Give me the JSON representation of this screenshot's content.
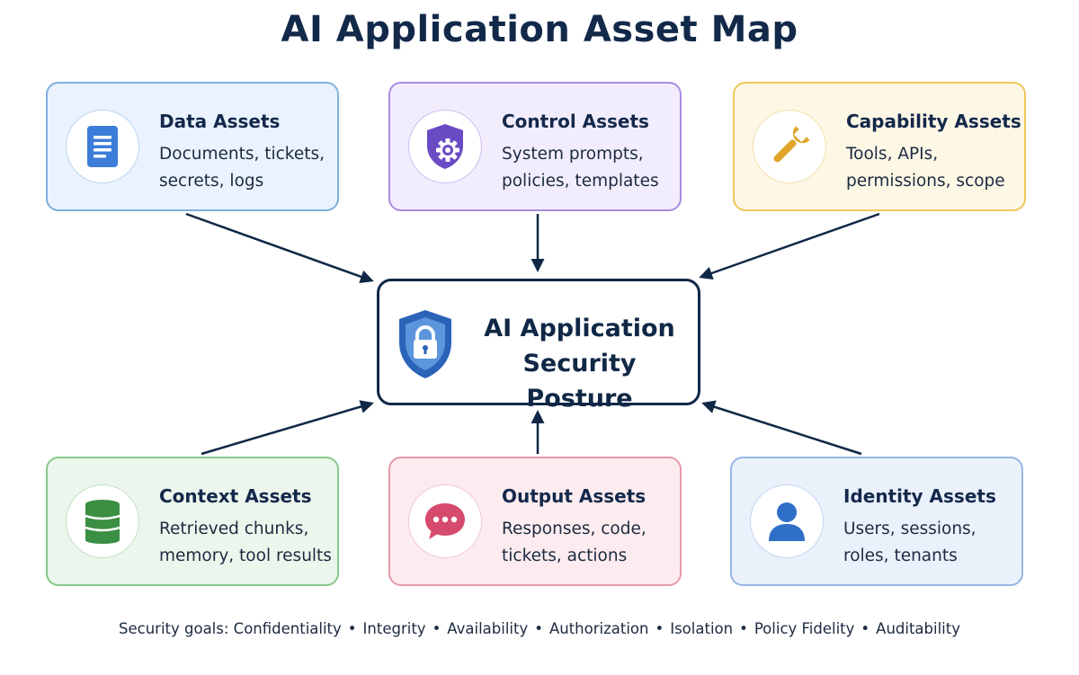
{
  "title": "AI Application Asset Map",
  "center": {
    "line1": "AI Application",
    "line2": "Security Posture",
    "icon": "shield-lock-icon"
  },
  "cards": [
    {
      "id": "data",
      "title": "Data Assets",
      "line1": "Documents, tickets,",
      "line2": "secrets, logs",
      "icon": "document-icon",
      "color": "#3b7dd8"
    },
    {
      "id": "control",
      "title": "Control Assets",
      "line1": "System prompts,",
      "line2": "policies, templates",
      "icon": "shield-gear-icon",
      "color": "#6a4bc4"
    },
    {
      "id": "capability",
      "title": "Capability Assets",
      "line1": "Tools, APIs,",
      "line2": "permissions, scope",
      "icon": "wrench-icon",
      "color": "#e0a62a"
    },
    {
      "id": "context",
      "title": "Context Assets",
      "line1": "Retrieved chunks,",
      "line2": "memory, tool results",
      "icon": "database-icon",
      "color": "#3b8f43"
    },
    {
      "id": "output",
      "title": "Output Assets",
      "line1": "Responses, code,",
      "line2": "tickets, actions",
      "icon": "chat-bubble-icon",
      "color": "#d64a6e"
    },
    {
      "id": "identity",
      "title": "Identity Assets",
      "line1": "Users, sessions,",
      "line2": "roles, tenants",
      "icon": "user-icon",
      "color": "#2f6fc8"
    }
  ],
  "footer": {
    "label": "Security goals:",
    "goals": [
      "Confidentiality",
      "Integrity",
      "Availability",
      "Authorization",
      "Isolation",
      "Policy Fidelity",
      "Auditability"
    ],
    "separator": "•"
  }
}
